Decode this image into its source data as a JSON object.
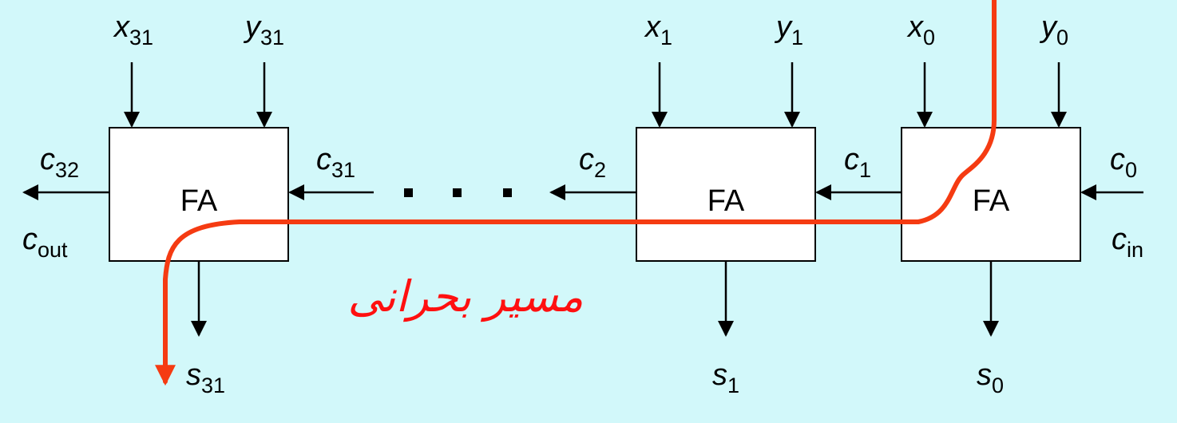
{
  "blocks": [
    {
      "id": "fa31",
      "label": "FA",
      "x": "x",
      "x_sub": "31",
      "y": "y",
      "y_sub": "31",
      "s": "s",
      "s_sub": "31"
    },
    {
      "id": "fa1",
      "label": "FA",
      "x": "x",
      "x_sub": "1",
      "y": "y",
      "y_sub": "1",
      "s": "s",
      "s_sub": "1"
    },
    {
      "id": "fa0",
      "label": "FA",
      "x": "x",
      "x_sub": "0",
      "y": "y",
      "y_sub": "0",
      "s": "s",
      "s_sub": "0"
    }
  ],
  "carries": {
    "c32": {
      "base": "c",
      "sub": "32"
    },
    "c31": {
      "base": "c",
      "sub": "31"
    },
    "c2": {
      "base": "c",
      "sub": "2"
    },
    "c1": {
      "base": "c",
      "sub": "1"
    },
    "c0": {
      "base": "c",
      "sub": "0"
    },
    "cout": {
      "base": "c",
      "sub": "out"
    },
    "cin": {
      "base": "c",
      "sub": "in"
    }
  },
  "ellipsis": ". . .",
  "critical_path_label": "مسیر بحرانی",
  "colors": {
    "background": "#d2f8fa",
    "critical_path": "#f53b12",
    "annotation": "#ff1010"
  }
}
